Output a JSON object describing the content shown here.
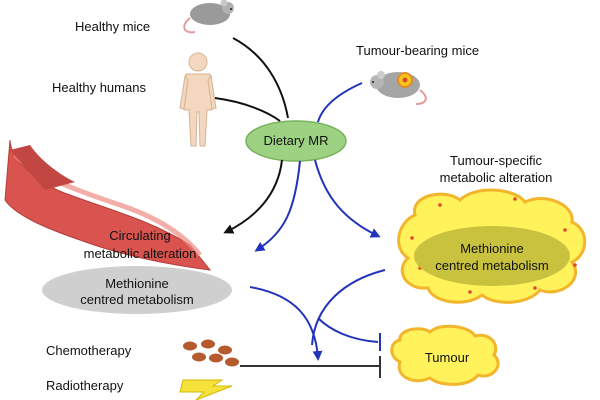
{
  "labels": {
    "healthy_mice": "Healthy mice",
    "healthy_humans": "Healthy humans",
    "tumour_bearing_mice": "Tumour-bearing mice",
    "dietary_mr": "Dietary MR",
    "tumour_specific_line1": "Tumour-specific",
    "tumour_specific_line2": "metabolic alteration",
    "circulating_line1": "Circulating",
    "circulating_line2": "metabolic alteration",
    "methionine_left_line1": "Methionine",
    "methionine_left_line2": "centred metabolism",
    "methionine_right_line1": "Methionine",
    "methionine_right_line2": "centred metabolism",
    "tumour": "Tumour",
    "chemotherapy": "Chemotherapy",
    "radiotherapy": "Radiotherapy"
  },
  "colors": {
    "black_arrow": "#111111",
    "blue_arrow": "#2233bb",
    "dietary_fill": "#9dd283",
    "tumour_cloud_fill": "#fff25a",
    "tumour_cloud_border": "#f2b52b",
    "methionine_right_fill": "#c9c23e",
    "methionine_left_fill": "#cfcfcf",
    "vessel": "#d9534f",
    "pills": "#b55a2e",
    "lightning": "#f5e23a"
  },
  "icons": [
    "mouse-icon",
    "human-icon",
    "tumour-mouse-icon",
    "blood-vessel-icon",
    "pills-icon",
    "lightning-icon"
  ]
}
